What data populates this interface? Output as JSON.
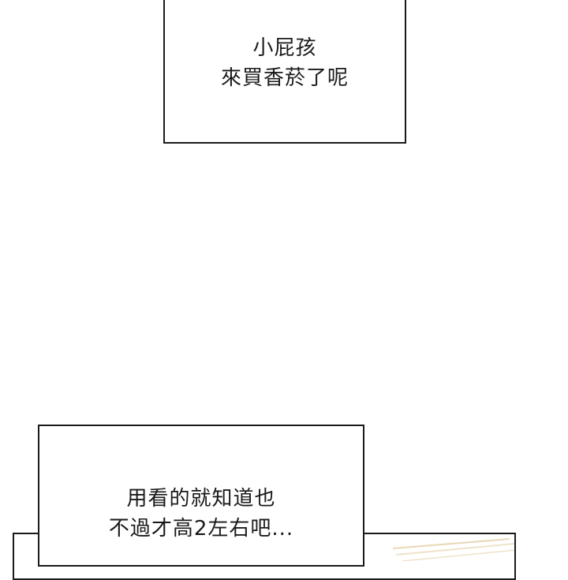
{
  "captions": {
    "top": {
      "line1": "小屁孩",
      "line2": "來買香菸了呢"
    },
    "bottom": {
      "line1": "用看的就知道也",
      "line2": "不過才高2左右吧..."
    }
  },
  "colors": {
    "ink": "#1a1a1a",
    "paper": "#ffffff",
    "sketch": "#e8d9b8"
  }
}
